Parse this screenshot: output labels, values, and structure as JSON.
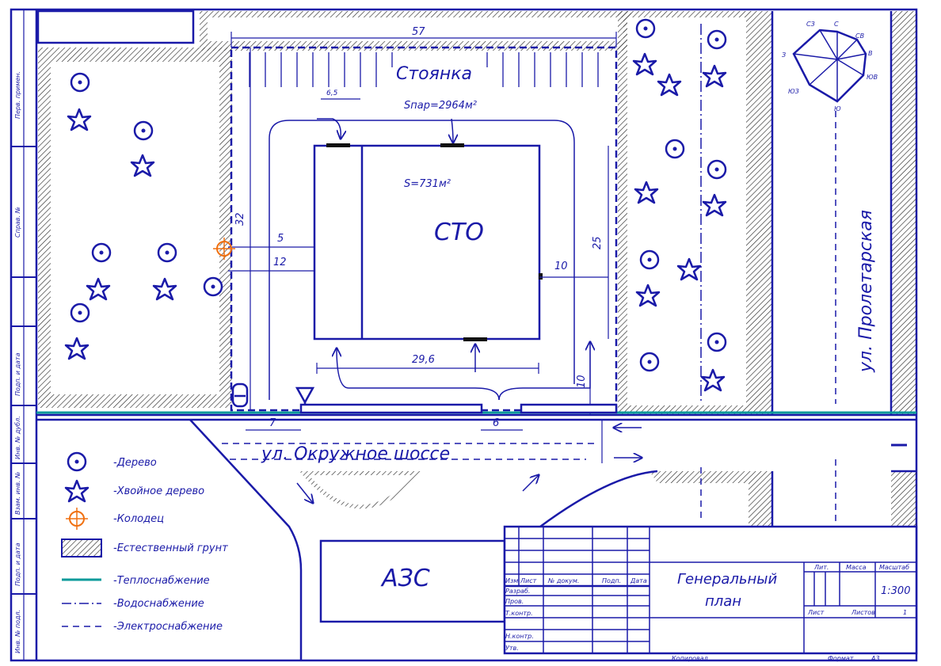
{
  "plan": {
    "parking_label": "Стоянка",
    "parking_area": "Sпар=2964м²",
    "building_area": "S=731м²",
    "building_label": "СТО",
    "street_main": "ул. Окружное шоссе",
    "street_side": "ул. Пролетарская",
    "gas_station": "АЗС"
  },
  "dimensions": {
    "top_length": "57",
    "left_height": "32",
    "d_6_5": "6,5",
    "d_5": "5",
    "d_12": "12",
    "d_25": "25",
    "d_10": "10",
    "d_29_6": "29,6",
    "d_10_vert": "10",
    "d_7": "7",
    "d_6": "6"
  },
  "compass": {
    "n": "С",
    "ne": "СВ",
    "e": "В",
    "se": "ЮВ",
    "s": "Ю",
    "sw": "ЮЗ",
    "w": "З",
    "nw": "СЗ"
  },
  "legend": [
    {
      "icon": "deciduous-tree-icon",
      "label": "-Дерево"
    },
    {
      "icon": "conifer-tree-icon",
      "label": "-Хвойное дерево"
    },
    {
      "icon": "manhole-icon",
      "label": "-Колодец"
    },
    {
      "icon": "soil-hatch-icon",
      "label": "-Естественный грунт"
    },
    {
      "icon": "heat-line-icon",
      "label": "-Теплоснабжение"
    },
    {
      "icon": "water-line-icon",
      "label": "-Водоснабжение"
    },
    {
      "icon": "power-line-icon",
      "label": "-Электроснабжение"
    }
  ],
  "title_block": {
    "col_izm": "Изм",
    "col_list": "Лист",
    "col_doc": "№ докум.",
    "col_sign": "Подп.",
    "col_date": "Дата",
    "row_razrab": "Разраб.",
    "row_prov": "Пров.",
    "row_tkontr": "Т.контр.",
    "row_nkontr": "Н.контр.",
    "row_utv": "Утв.",
    "title_line1": "Генеральный",
    "title_line2": "план",
    "lit": "Лит.",
    "massa": "Масса",
    "masshtab": "Масштаб",
    "scale": "1:300",
    "sheet": "Лист",
    "sheets": "Листов",
    "sheets_count": "1",
    "copied": "Копировал",
    "format": "Формат",
    "format_value": "А3"
  },
  "side_stamp": [
    "Перв. примен.",
    "Справ. №",
    "Подп. и дата",
    "Инв. № дубл.",
    "Взам. инв. №",
    "Подп. и дата",
    "Инв. № подл."
  ],
  "colors": {
    "ink": "#1a1aa8",
    "heat": "#0a9a9a",
    "manhole": "#f07010"
  }
}
